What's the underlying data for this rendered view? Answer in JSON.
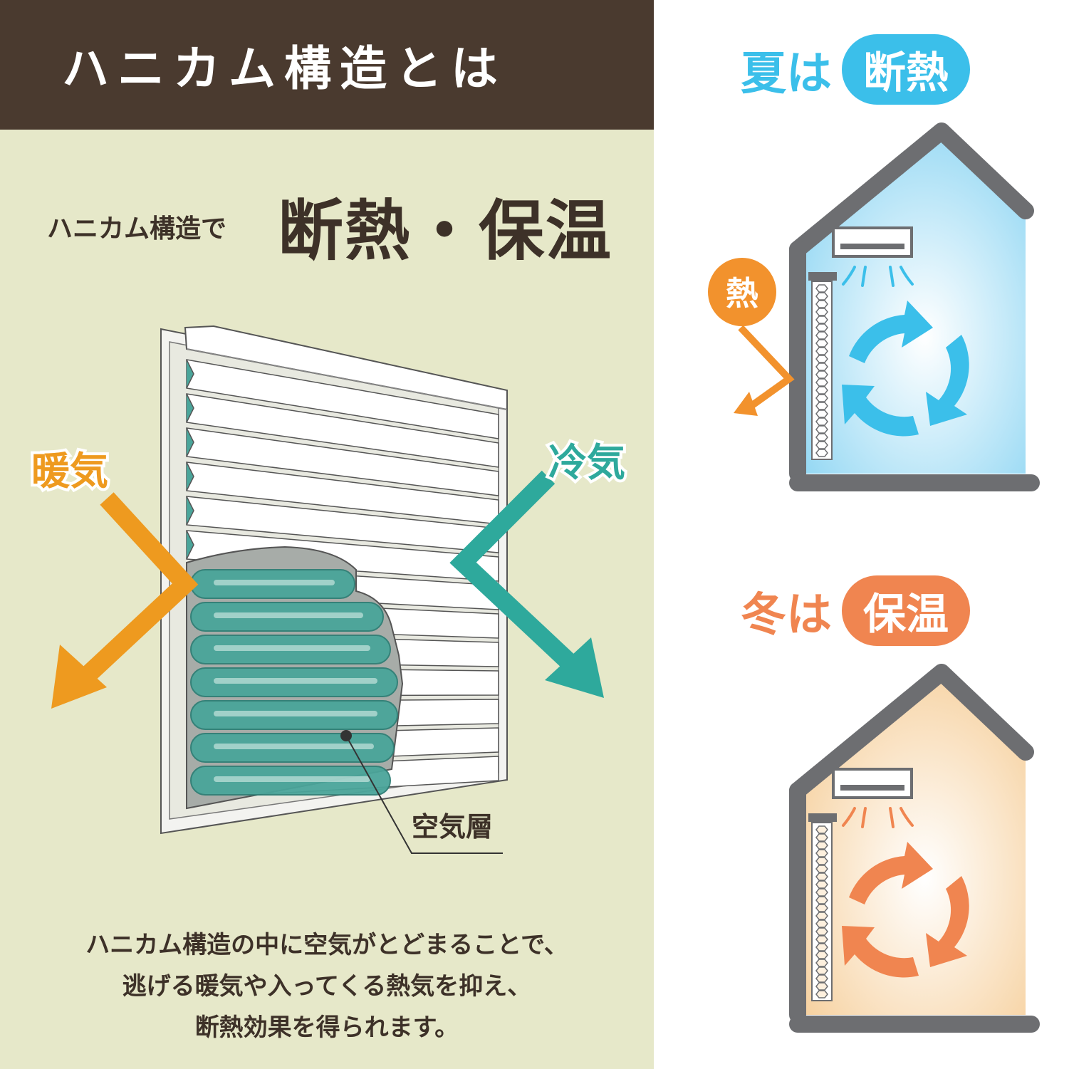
{
  "header": {
    "title": "ハニカム構造とは"
  },
  "subtitle": {
    "small": "ハニカム構造で",
    "big": "断熱・保温"
  },
  "diagram": {
    "warm_air_label": "暖気",
    "cool_air_label": "冷気",
    "air_layer_label": "空気層",
    "colors": {
      "warm": "#ee9a1f",
      "cool": "#2ea99c",
      "blind": "#ffffff",
      "cells": "#4aa59a"
    }
  },
  "description": {
    "lines": [
      "ハニカム構造の中に空気がとどまることで、",
      "逃げる暖気や入ってくる熱気を抑え、",
      "断熱効果を得られます。"
    ]
  },
  "summer": {
    "prefix": "夏は",
    "pill": "断熱",
    "heat_label": "熱",
    "colors": {
      "accent": "#3bbfea",
      "heat": "#f2922d"
    }
  },
  "winter": {
    "prefix": "冬は",
    "pill": "保温",
    "colors": {
      "accent": "#f08550"
    }
  }
}
